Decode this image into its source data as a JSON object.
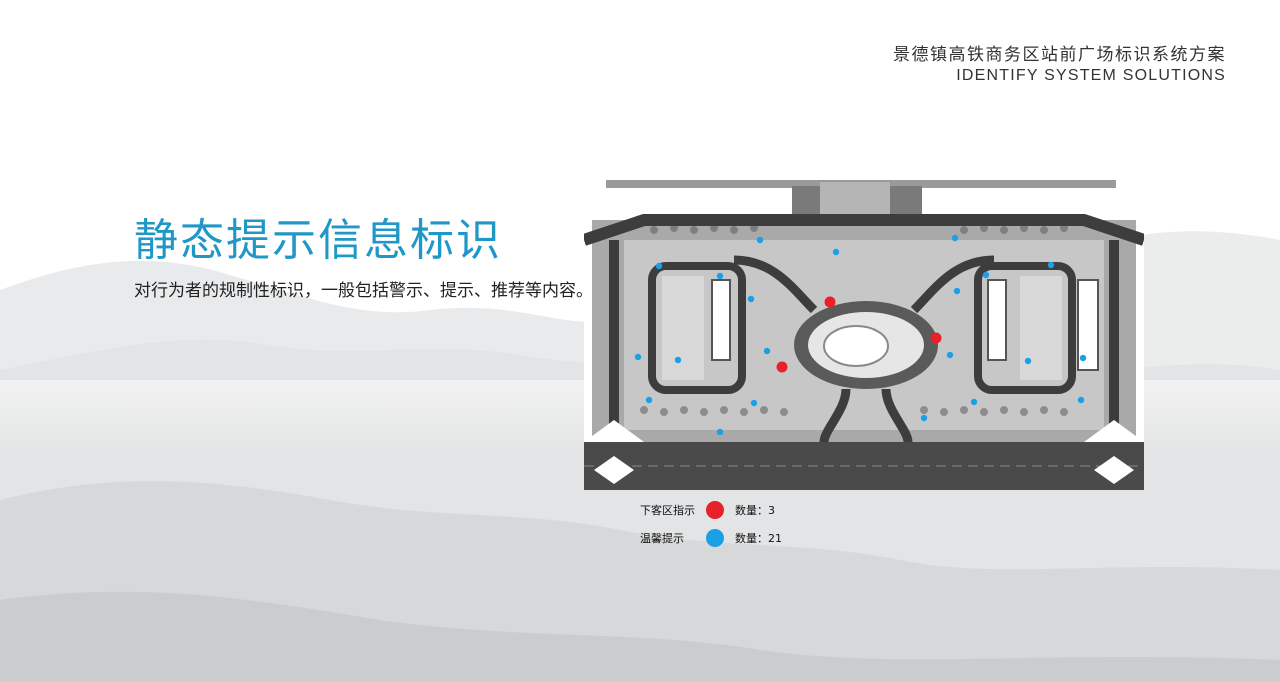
{
  "header": {
    "title_zh": "景德镇高铁商务区站前广场标识系统方案",
    "title_en": "IDENTIFY SYSTEM SOLUTIONS"
  },
  "main": {
    "title": "静态提示信息标识",
    "description": "对行为者的规制性标识，一般包括警示、提示、推荐等内容。"
  },
  "legend": [
    {
      "label": "下客区指示",
      "color": "#e8202a",
      "count_text": "数量：3"
    },
    {
      "label": "温馨提示",
      "color": "#1aa0e6",
      "count_text": "数量：21"
    }
  ],
  "icons": {
    "red_marker": "red-dot",
    "blue_marker": "blue-dot"
  }
}
